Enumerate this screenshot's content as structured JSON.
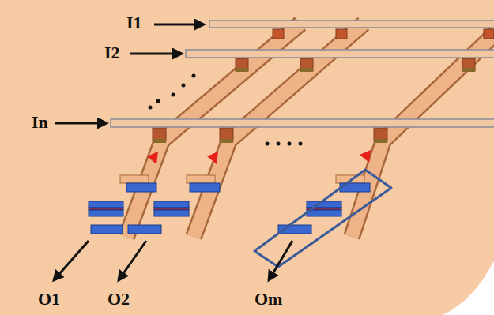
{
  "diagram": {
    "labels": [
      "I1",
      "I2",
      "In",
      "O1",
      "O2",
      "Om"
    ]
  }
}
